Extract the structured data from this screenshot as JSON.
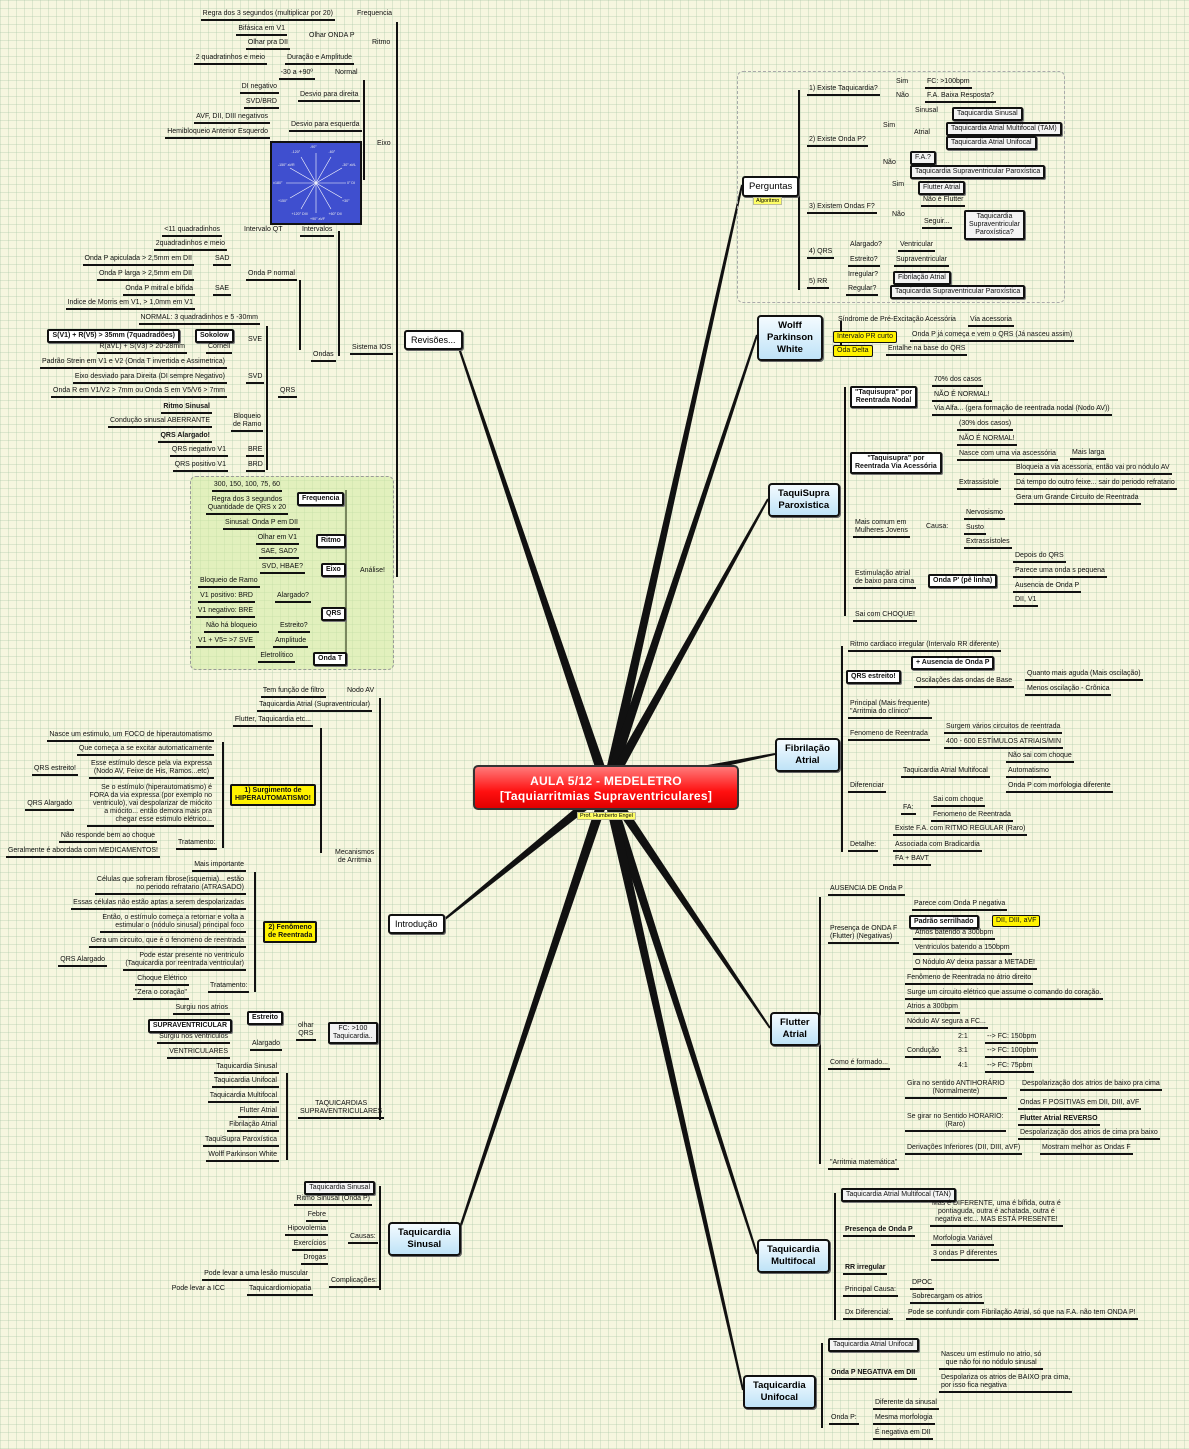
{
  "central": {
    "title": "AULA 5/12 - MEDELETRO",
    "subtitle": "[Taquiarritmias Supraventriculares]",
    "author": "Prof. Humberto Engel"
  },
  "topics": {
    "revisoes": "Revisões...",
    "introducao": "Introdução",
    "sinusal": "Taquicardia\nSinusal",
    "perguntas": "Perguntas",
    "algoritmo": "Algoritmo",
    "wpw": "Wolff\nParkinson\nWhite",
    "taquisupra": "TaquiSupra\nParoxistica",
    "fa": "Fibrilação\nAtrial",
    "flutter": "Flutter\nAtrial",
    "multifocal": "Taquicardia\nMultifocal",
    "unifocal": "Taquicardia\nUnifocal"
  },
  "axis_labels": [
    "-90°",
    "-60°",
    "-30° aVL",
    "0° DI",
    "+30°",
    "+60° DII",
    "+90° aVF",
    "+120° DIII",
    "+150°",
    "±180°",
    "-150° aVR",
    "-120°"
  ],
  "rev": [
    "Regra dos 3 segundos (multiplicar por 20)",
    "Frequencia",
    "Bifásica em V1",
    "Olhar ONDA P",
    "Olhar pra DII",
    "Ritmo",
    "2 quadratinhos e meio",
    "Duração e Amplitude",
    "-30 a +90º",
    "Normal",
    "DI negativo",
    "Desvio para direita",
    "SVD/BRD",
    "AVF, DII, DIII negativos",
    "Desvio para esquerda",
    "Hemibloqueio Anterior Esquerdo",
    "Eixo",
    "<11 quadradinhos",
    "Intervalo QT",
    "Intervalos",
    "2quadradinhos e meio",
    "Onda P apiculada > 2,5mm em DII",
    "SAD",
    "Onda P larga > 2,5mm em DII",
    "Onda P normal",
    "Onda P mitral e bífida",
    "SAE",
    "Indice de Morris em V1, > 1,0mm em V1",
    "NORMAL: 3 quadradinhos e 5 -30mm",
    "S(V1) + R(V5) > 35mm (7quadradões)",
    "Sokolow",
    "SVE",
    "R(aVL) + S(V3) > 20-28mm",
    "Cornell",
    "Ondas",
    "Sistema IOS",
    "Padrão Strein em V1 e V2 (Onda T invertida e Assimetrica)",
    "Eixo desviado para Direita (DI sempre Negativo)",
    "SVD",
    "Onda R em V1/V2 > 7mm ou Onda S em V5/V6 > 7mm",
    "QRS",
    "Ritmo Sinusal",
    "Bloqueio\nde Ramo",
    "Condução sinusal ABERRANTE",
    "QRS Alargado!",
    "QRS negativo V1",
    "BRE",
    "QRS positivo V1",
    "BRD"
  ],
  "analise": [
    "300, 150, 100, 75, 60",
    "Frequencia",
    "Regra dos 3 segundos\nQuantidade de QRS x 20",
    "Sinusal: Onda P em DII",
    "Ritmo",
    "Olhar em V1",
    "SAE, SAD?",
    "SVD, HBAE?",
    "Eixo",
    "Análise!",
    "Bloqueio de Ramo",
    "V1 positivo: BRD",
    "Alargado?",
    "V1 negativo: BRE",
    "QRS",
    "Não há bloqueio",
    "Estreito?",
    "V1 + V5= >7 SVE",
    "Amplitude",
    "Eletrolítico",
    "Onda T"
  ],
  "intro": [
    "Tem função de filtro",
    "Nodo AV",
    "Taquicardia Atrial (Supraventricular)",
    "Flutter, Taquicardia etc...",
    "Nasce um estimulo, um FOCO de hiperautomatismo",
    "Que começa a se excitar automaticamente",
    "Esse estímulo desce pela via expressa\n(Nodo AV, Feixe de His, Ramos...etc)",
    "QRS estreito!",
    "Se o estímulo (hiperautomatismo) é\nFORA da via expressa (por exemplo no\nventriculo), vai despolarizar de miócito\na miócito... então demora mais pra\nchegar esse estimulo elétrico...",
    "QRS Alargado",
    "1) Surgimento de\nHIPERAUTOMATISMO!",
    "Não responde bem ao choque",
    "Tratamento:",
    "Geralmente é abordada com MEDICAMENTOS!",
    "Mecanismos\nde Arritmia",
    "Mais importante",
    "Células que sofreram fibrose(isquemia)... estão\nno periodo refratario (ATRASADO)",
    "Essas células não estão aptas a serem despolarizadas",
    "Então, o estímulo começa a retornar e volta a\nestimular o (nódulo sinusal) principal foco",
    "2) Fenômeno\nde Reentrada",
    "Gera um circuito, que é o fenomeno de reentrada",
    "Pode estar presente no ventriculo\n(Taquicardia por reentrada ventricular)",
    "QRS Alargado",
    "Choque Elétrico",
    "Tratamento:",
    "\"Zera o coração\"",
    "Surgiu nos atrios",
    "Estreito",
    "SUPRAVENTRICULAR",
    "olhar\nQRS",
    "FC: >100\nTaquicardia..",
    "Surgiu nos ventriculos",
    "Alargado",
    "VENTRICULARES",
    "Taquicardia Sinusal",
    "Taquicardia Unifocal",
    "Taquicardia Multifocal",
    "Flutter Atrial",
    "Fibrilação Atrial",
    "TaquiSupra Paroxística",
    "Wolff Parkinson White",
    "TAQUICARDIAS\nSUPRAVENTRICULARES"
  ],
  "sinusal": [
    "Taquicardia Sinusal",
    "Ritmo Sinusal (Onda P)",
    "Febre",
    "Hipovolemia",
    "Exercícios",
    "Drogas",
    "Causas:",
    "Pode levar a uma lesão muscular",
    "Complicações:",
    "Pode levar a ICC",
    "Taquicardiomiopatia"
  ],
  "perg": [
    "1) Existe Taquicardia?",
    "Sim",
    "FC: >100bpm",
    "Não",
    "F.A. Baixa Resposta?",
    "Sinusal",
    "Taquicardia Sinusal",
    "Sim",
    "Atrial",
    "Taquicardia Atrial Multifocal (TAM)",
    "Taquicardia Atrial Unifocal",
    "2) Existe Onda P?",
    "Não",
    "F.A.?",
    "Taquicardia Supraventricular Paroxística",
    "Sim",
    "Flutter Atrial",
    "3) Existem Ondas F?",
    "Não é Flutter",
    "Não",
    "Seguir...",
    "Taquicardia\nSupraventricular\nParoxística?",
    "4) QRS",
    "Alargado?",
    "Ventricular",
    "Estreito?",
    "Supraventricular",
    "5) RR",
    "Irregular?",
    "Fibrilação Atrial",
    "Regular?",
    "Taquicardia Supraventricular Paroxística"
  ],
  "wpw": [
    "Síndrome de Pré-Excitação Acessória",
    "Via acessoria",
    "Intervalo PR curto",
    "Onda P já começa e vem o QRS (Já nasceu assim)",
    "Oda Delta",
    "Entalhe na base do QRS"
  ],
  "tsp": [
    "\"Taquisupra\" por\nReentrada Nodal",
    "70% dos casos",
    "NÃO É NORMAL!",
    "Via Alfa... (gera formação de reentrada nodal (Nodo AV))",
    "(30% dos casos)",
    "\"Taquisupra\" por\nReentrada Via Acessória",
    "NÃO É NORMAL!",
    "Nasce com uma via ascessória",
    "Mais larga",
    "Extrassistole",
    "Bloqueia a via acessoria, então vai pro nódulo AV",
    "Dá tempo do outro feixe... sair do periodo refratario",
    "Gera um Grande Circuito de Reentrada",
    "Mais comum em\nMulheres Jovens",
    "Causa:",
    "Nervosismo",
    "Susto",
    "Extrassístoles",
    "Estimulação atrial\nde baixo para cima",
    "Onda P' (pê linha)",
    "Depois do QRS",
    "Parece uma onda s pequena",
    "Ausencia de Onda P",
    "DII, V1",
    "Sai com CHOQUE!"
  ],
  "fa": [
    "Ritmo cardiaco irregular (Intervalo RR diferente)",
    "QRS estreito!",
    "+ Ausencia de Onda P",
    "Oscilações das ondas de Base",
    "Quanto mais aguda (Mais oscilação)",
    "Menos oscilação - Crônica",
    "Principal (Mais frequente)\n\"Arritmia do clínico\"",
    "Fenomeno de Reentrada",
    "Surgem vários circuitos de reentrada",
    "400 - 600 ESTÍMULOS ATRIAIS/MIN",
    "Diferenciar",
    "Taquicardia Atrial Multifocal",
    "Não sai com choque",
    "Automatismo",
    "Onda P com morfologia diferente",
    "FA:",
    "Sai com choque",
    "Fenomeno de Reentrada",
    "Existe F.A. com RITMO REGULAR (Raro)",
    "Detalhe:",
    "Associada com Bradicardia",
    "FA + BAVT"
  ],
  "fl": [
    "AUSENCIA DE Onda P",
    "Presença de ONDA F\n(Flutter) (Negativas)",
    "Parece com Onda P negativa",
    "Padrão serrilhado",
    "DII, DIII, aVF",
    "Atrios batendo a 300bpm",
    "Ventriculos batendo a 150bpm",
    "O Nódulo AV deixa passar a METADE!",
    "Fenômeno de Reentrada no átrio direito",
    "Surge um circuito elétrico que assume o comando do coração.",
    "Atrios a 300bpm",
    "Nódulo AV segura a FC...",
    "2:1",
    "--> FC: 150bpm",
    "Condução",
    "3:1",
    "--> FC: 100pbm",
    "4:1",
    "--> FC: 75pbm",
    "Como é formado...",
    "Gira no sentido ANTIHORÁRIO\n(Normalmente)",
    "Despolarização dos atrios de baixo pra cima",
    "Ondas F POSITIVAS em DII, DIII, aVF",
    "Se girar no Sentido HORARIO:\n(Raro)",
    "Flutter Atrial REVERSO",
    "Despolarização dos atrios de cima pra baixo",
    "Derivações Inferiores (DII, DIII, aVF)",
    "Mostram melhor as Ondas F",
    "\"Arritmia matemática\""
  ],
  "mf": [
    "Taquicardia Atrial Multifocal (TAN)",
    "Mas é DIFERENTE, uma é bífida, outra é\npontiaguda, outra é achatada, outra é\nnegativa etc... MAS ESTÁ PRESENTE!",
    "Presença de Onda P",
    "Morfologia Variável",
    "3 ondas P diferentes",
    "RR irregular",
    "Principal Causa:",
    "DPOC",
    "Sobrecargam os atrios",
    "Dx Diferencial:",
    "Pode se confundir com Fibrilação Atrial, só que na F.A. não tem ONDA P!"
  ],
  "uf": [
    "Taquicardia Atrial Unifocal",
    "Onda P NEGATIVA em DII",
    "Nasceu um estímulo no atrio, só\nque não foi no nódulo sinusal",
    "Despolariza os atrios de BAIXO pra cima,\npor isso fica negativa",
    "Onda P:",
    "Diferente da sinusal",
    "Mesma morfologia",
    "É negativa em DII"
  ]
}
